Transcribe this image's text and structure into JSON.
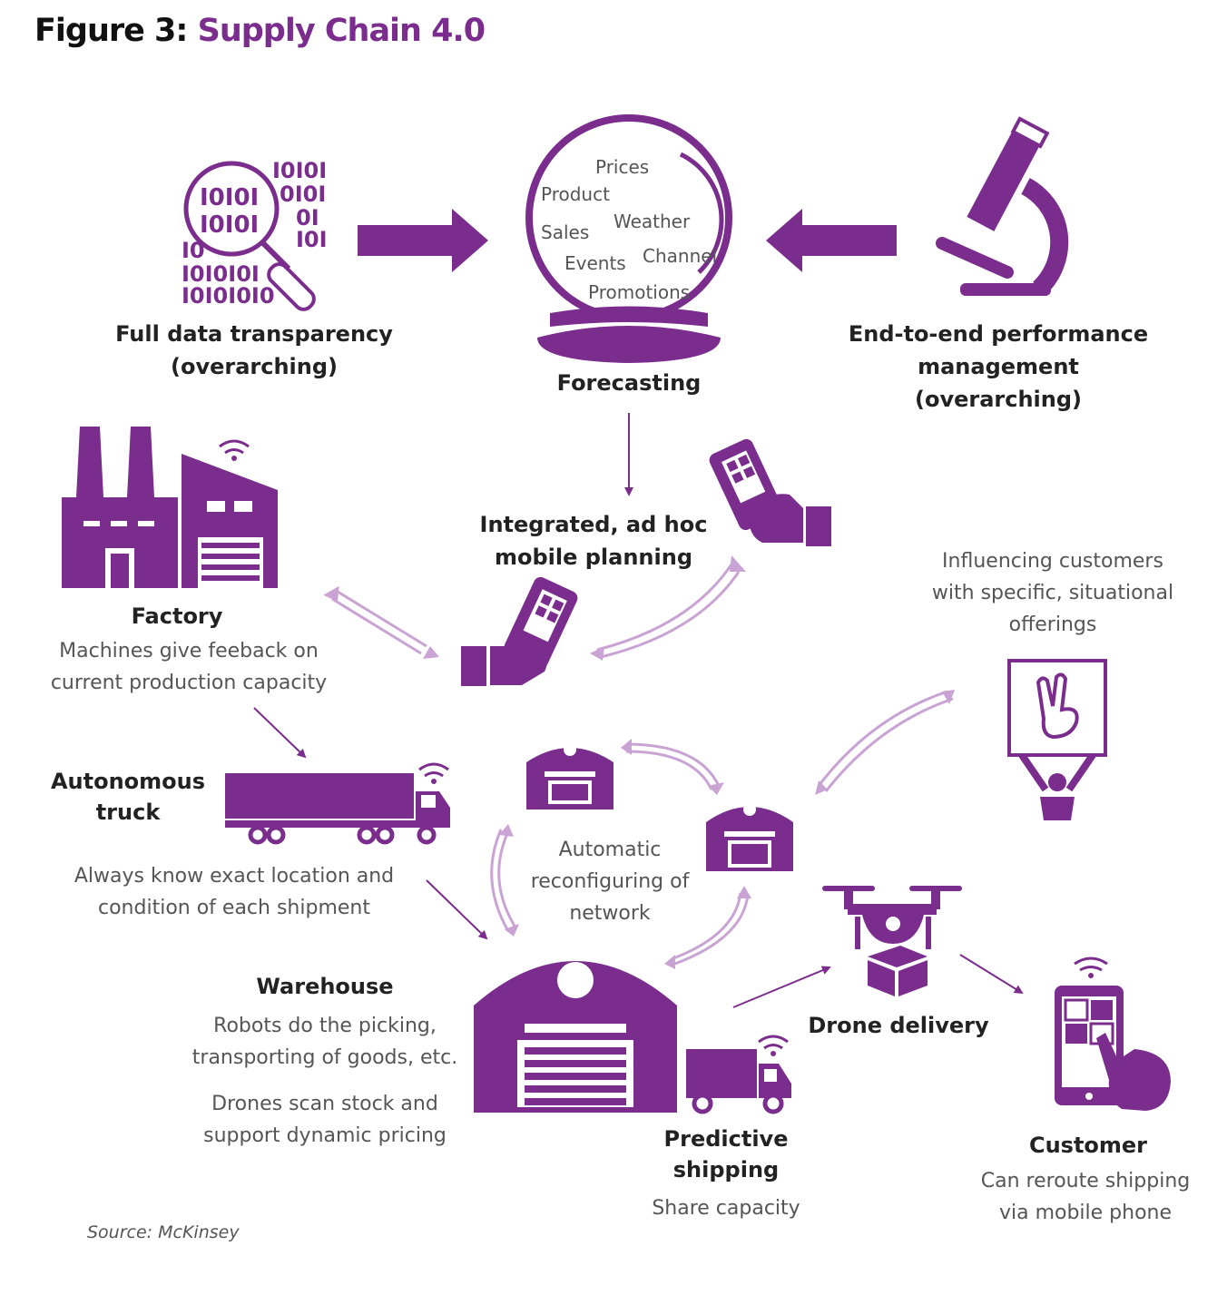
{
  "title": {
    "prefix": "Figure 3:",
    "main": "Supply Chain 4.0"
  },
  "colors": {
    "accent": "#7b2d8e",
    "light_arrow": "#c9a3d3",
    "text": "#222222",
    "muted": "#555555"
  },
  "nodes": {
    "data_transparency": {
      "title_line1": "Full data transparency",
      "title_line2": "(overarching)",
      "icon": "magnifier-binary-icon"
    },
    "forecasting": {
      "title": "Forecasting",
      "icon": "crystal-ball-icon",
      "inputs": [
        "Prices",
        "Product",
        "Weather",
        "Sales",
        "Channel",
        "Events",
        "Promotions"
      ]
    },
    "performance_mgmt": {
      "title_line1": "End-to-end performance",
      "title_line2": "management",
      "title_line3": "(overarching)",
      "icon": "microscope-icon"
    },
    "mobile_planning": {
      "title_line1": "Integrated, ad hoc",
      "title_line2": "mobile planning",
      "icon": "hand-phone-icon"
    },
    "factory": {
      "title": "Factory",
      "desc_line1": "Machines give feeback on",
      "desc_line2": "current production capacity",
      "icon": "factory-icon"
    },
    "influencing": {
      "desc_line1": "Influencing customers",
      "desc_line2": "with specific, situational",
      "desc_line3": "offerings",
      "icon": "sign-holder-icon"
    },
    "truck": {
      "title_line1": "Autonomous",
      "title_line2": "truck",
      "desc_line1": "Always know exact location and",
      "desc_line2": "condition of each shipment",
      "icon": "truck-icon"
    },
    "network": {
      "desc_line1": "Automatic",
      "desc_line2": "reconfiguring of",
      "desc_line3": "network",
      "icon": "warehouse-icon"
    },
    "warehouse": {
      "title": "Warehouse",
      "desc_line1": "Robots do the picking,",
      "desc_line2": "transporting of goods, etc.",
      "desc_line3": "Drones scan stock and",
      "desc_line4": "support dynamic pricing",
      "icon": "warehouse-icon"
    },
    "drone": {
      "title": "Drone delivery",
      "icon": "drone-icon"
    },
    "shipping": {
      "title_line1": "Predictive",
      "title_line2": "shipping",
      "desc": "Share capacity",
      "icon": "van-icon"
    },
    "customer": {
      "title": "Customer",
      "desc_line1": "Can reroute shipping",
      "desc_line2": "via mobile phone",
      "icon": "phone-touch-icon"
    }
  },
  "source": "Source: McKinsey"
}
